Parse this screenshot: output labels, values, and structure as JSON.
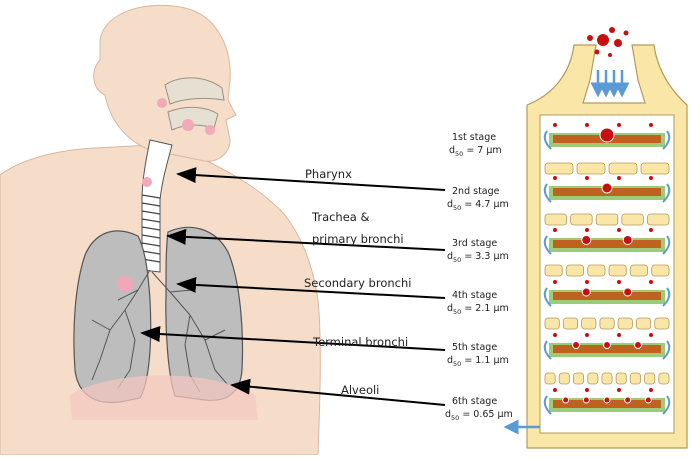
{
  "respiratory_regions": [
    {
      "id": "pharynx",
      "label": "Pharynx"
    },
    {
      "id": "trachea",
      "label_line1": "Trachea &",
      "label_line2": "primary bronchi"
    },
    {
      "id": "secondary",
      "label": "Secondary bronchi"
    },
    {
      "id": "terminal",
      "label": "Terminal bronchi"
    },
    {
      "id": "alveoli",
      "label": "Alveoli"
    }
  ],
  "impactor_stages": [
    {
      "name": "1st stage",
      "d_prefix": "d",
      "d_sub": "50",
      "d_value": " = 7 µm"
    },
    {
      "name": "2nd stage",
      "d_prefix": "d",
      "d_sub": "50",
      "d_value": " = 4.7 µm"
    },
    {
      "name": "3rd stage",
      "d_prefix": "d",
      "d_sub": "50",
      "d_value": " = 3.3 µm"
    },
    {
      "name": "4th stage",
      "d_prefix": "d",
      "d_sub": "50",
      "d_value": " = 2.1 µm"
    },
    {
      "name": "5th stage",
      "d_prefix": "d",
      "d_sub": "50",
      "d_value": " = 1.1 µm"
    },
    {
      "name": "6th stage",
      "d_prefix": "d",
      "d_sub": "50",
      "d_value": " = 0.65 µm"
    }
  ],
  "colors": {
    "skin": "#f5ddc9",
    "lung": "#bdbdbd",
    "impactor_wall": "#fae6a6",
    "plate_top": "#c0621f",
    "plate_base": "#9ecb7a",
    "particle": "#c80f0f",
    "airflow": "#5b9bd5"
  }
}
